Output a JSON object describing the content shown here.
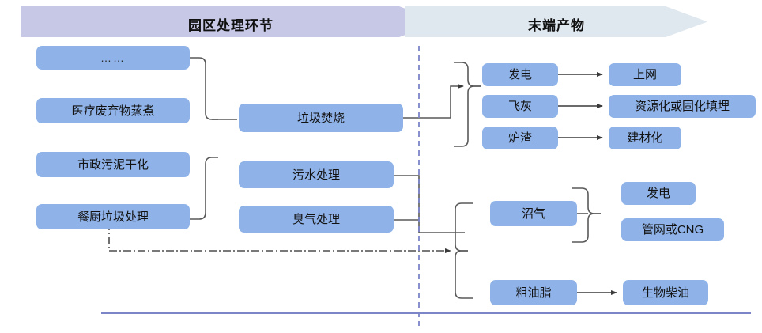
{
  "header": {
    "stages": [
      {
        "label": "园区处理环节",
        "color": "#C6C8E6"
      },
      {
        "label": "末端产物",
        "color": "#DFE7EF"
      }
    ]
  },
  "colors": {
    "node_fill": "#8FB3E8",
    "connector": "#595959",
    "divider": "#7B85C8",
    "baseline": "#7B85C8"
  },
  "inputs": {
    "items": [
      {
        "label": "……"
      },
      {
        "label": "医疗废弃物蒸煮"
      },
      {
        "label": "市政污泥干化"
      },
      {
        "label": "餐厨垃圾处理"
      }
    ]
  },
  "processes": {
    "items": [
      {
        "label": "垃圾焚烧"
      },
      {
        "label": "污水处理"
      },
      {
        "label": "臭气处理"
      }
    ]
  },
  "incineration_outputs": {
    "items": [
      {
        "label": "发电",
        "target": "上网"
      },
      {
        "label": "飞灰",
        "target": "资源化或固化填埋"
      },
      {
        "label": "炉渣",
        "target": "建材化"
      }
    ]
  },
  "biogas": {
    "label": "沼气",
    "targets": [
      {
        "label": "发电"
      },
      {
        "label": "管网或CNG"
      }
    ]
  },
  "grease": {
    "label": "粗油脂",
    "target": "生物柴油"
  }
}
